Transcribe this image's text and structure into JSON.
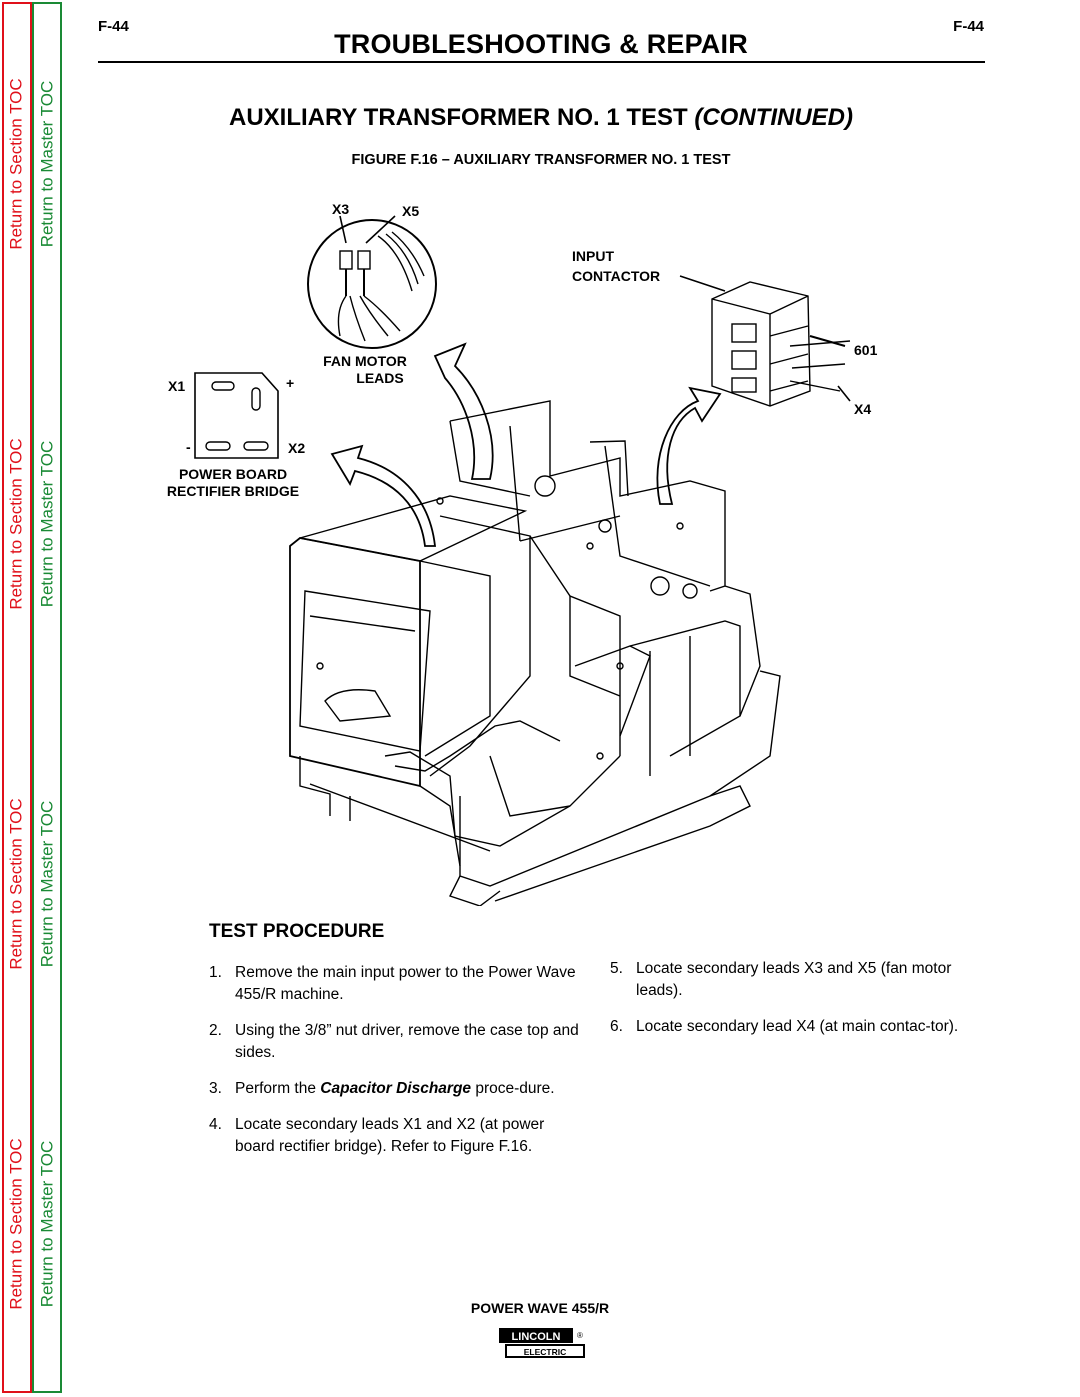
{
  "page": {
    "number_left": "F-44",
    "number_right": "F-44",
    "header": "TROUBLESHOOTING & REPAIR",
    "title_main": "AUXILIARY TRANSFORMER NO. 1 TEST",
    "title_suffix": "(CONTINUED)",
    "figure_caption": "FIGURE F.16 – AUXILIARY TRANSFORMER NO. 1 TEST"
  },
  "toc": {
    "section_label": "Return to Section TOC",
    "master_label": "Return to Master TOC",
    "section_color": "#e0101a",
    "master_color": "#1a8a35"
  },
  "figure": {
    "labels": {
      "x3": "X3",
      "x5": "X5",
      "input": "INPUT",
      "contactor": "CONTACTOR",
      "wire_601": "601",
      "x4": "X4",
      "fan_motor": "FAN MOTOR",
      "leads": "LEADS",
      "x1": "X1",
      "plus": "+",
      "minus": "-",
      "x2": "X2",
      "power_board": "POWER BOARD",
      "rectifier_bridge": "RECTIFIER BRIDGE"
    }
  },
  "procedure": {
    "heading": "TEST PROCEDURE",
    "steps": [
      {
        "num": "1.",
        "text": "Remove the main input power to the Power Wave 455/R machine."
      },
      {
        "num": "2.",
        "text": "Using the 3/8” nut driver, remove the case top and  sides."
      },
      {
        "num": "3.",
        "text_before": "Perform the ",
        "emph": "Capacitor Discharge",
        "text_after": " proce-dure."
      },
      {
        "num": "4.",
        "text": "Locate secondary leads X1 and X2 (at power board rectifier bridge).  Refer to Figure F.16."
      },
      {
        "num": "5.",
        "text": "Locate secondary leads X3 and X5 (fan motor leads)."
      },
      {
        "num": "6.",
        "text": "Locate secondary lead X4 (at main contac-tor)."
      }
    ]
  },
  "footer": {
    "model": "POWER WAVE 455/R",
    "logo_top": "LINCOLN",
    "logo_bottom": "ELECTRIC",
    "logo_mark": "®"
  }
}
